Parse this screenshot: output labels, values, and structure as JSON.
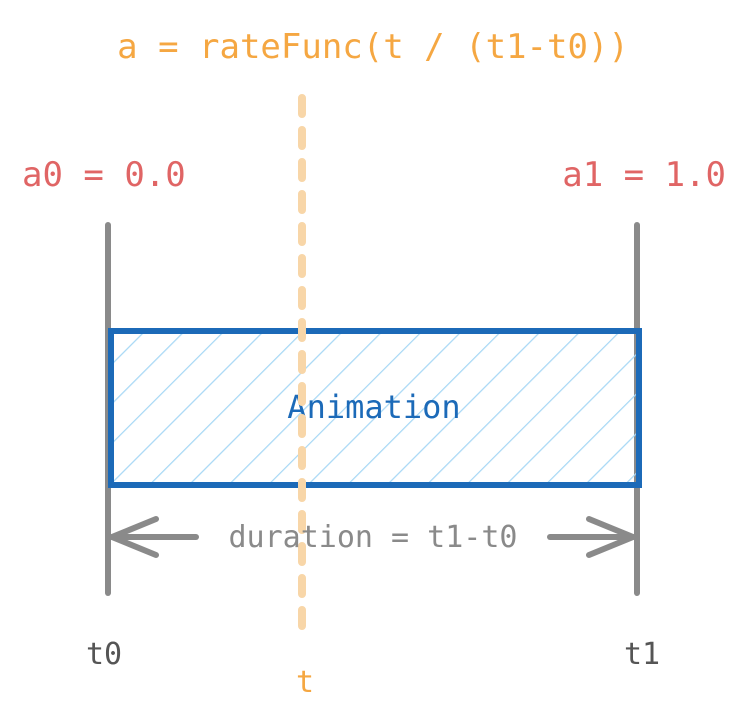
{
  "formula": "a = rateFunc(t / (t1-t0))",
  "start_value": "a0 = 0.0",
  "end_value": "a1 = 1.0",
  "box_label": "Animation",
  "duration_label": "duration = t1-t0",
  "start_time_label": "t0",
  "end_time_label": "t1",
  "current_time_label": "t",
  "colors": {
    "formula": "#f5a742",
    "values": "#e06565",
    "box_stroke": "#1c6ab8",
    "box_hatch": "#a8d8f5",
    "box_text": "#1c6ab8",
    "gray": "#8a8a8a",
    "time_text": "#555555",
    "current_time_line": "#f8d6a8",
    "current_time_text": "#f5a742"
  }
}
